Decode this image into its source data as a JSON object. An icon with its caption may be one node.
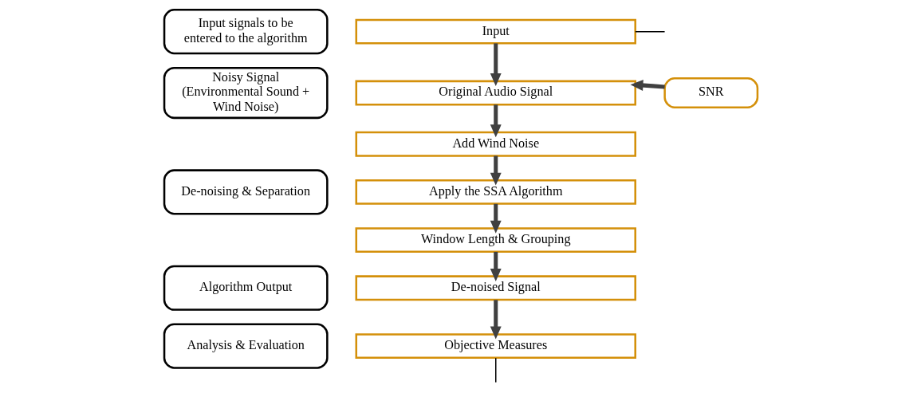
{
  "diagram": {
    "nodes": [
      {
        "text": [
          "Input signals to be entered to the algorithm"
        ]
      },
      {
        "text": [
          "Noisy Signal (Environmental Sound + Wind Noise)"
        ]
      },
      {
        "text": [
          "De-noising & Separation"
        ]
      },
      {
        "text": [
          "Algorithm Output"
        ]
      },
      {
        "text": [
          "Analysis & Evaluation"
        ]
      },
      {
        "text": [
          "Input"
        ]
      },
      {
        "text": [
          "Original Audio Signal"
        ]
      },
      {
        "text": [
          "SNR"
        ]
      },
      {
        "text": [
          "Add Wind Noise"
        ]
      },
      {
        "text": [
          "Apply the SSA Algorithm"
        ]
      },
      {
        "text": [
          "Window Length & Grouping"
        ]
      },
      {
        "text": [
          "De-noised Signal"
        ]
      },
      {
        "text": [
          "Objective Measures"
        ]
      }
    ],
    "edges": [
      {
        "from": 5,
        "to": 6,
        "arrow": "to"
      },
      {
        "from": 5,
        "to": null,
        "arrow": "none",
        "color": "#000000"
      },
      {
        "from": 7,
        "to": 6,
        "arrow": "to"
      },
      {
        "from": 6,
        "to": 8,
        "arrow": "to"
      },
      {
        "from": 8,
        "to": 9,
        "arrow": "to"
      },
      {
        "from": 9,
        "to": 10,
        "arrow": "to"
      },
      {
        "from": 10,
        "to": 11,
        "arrow": "to"
      },
      {
        "from": 11,
        "to": 12,
        "arrow": "to"
      },
      {
        "from": 12,
        "to": null,
        "arrow": "none",
        "color": "#000000"
      }
    ]
  }
}
